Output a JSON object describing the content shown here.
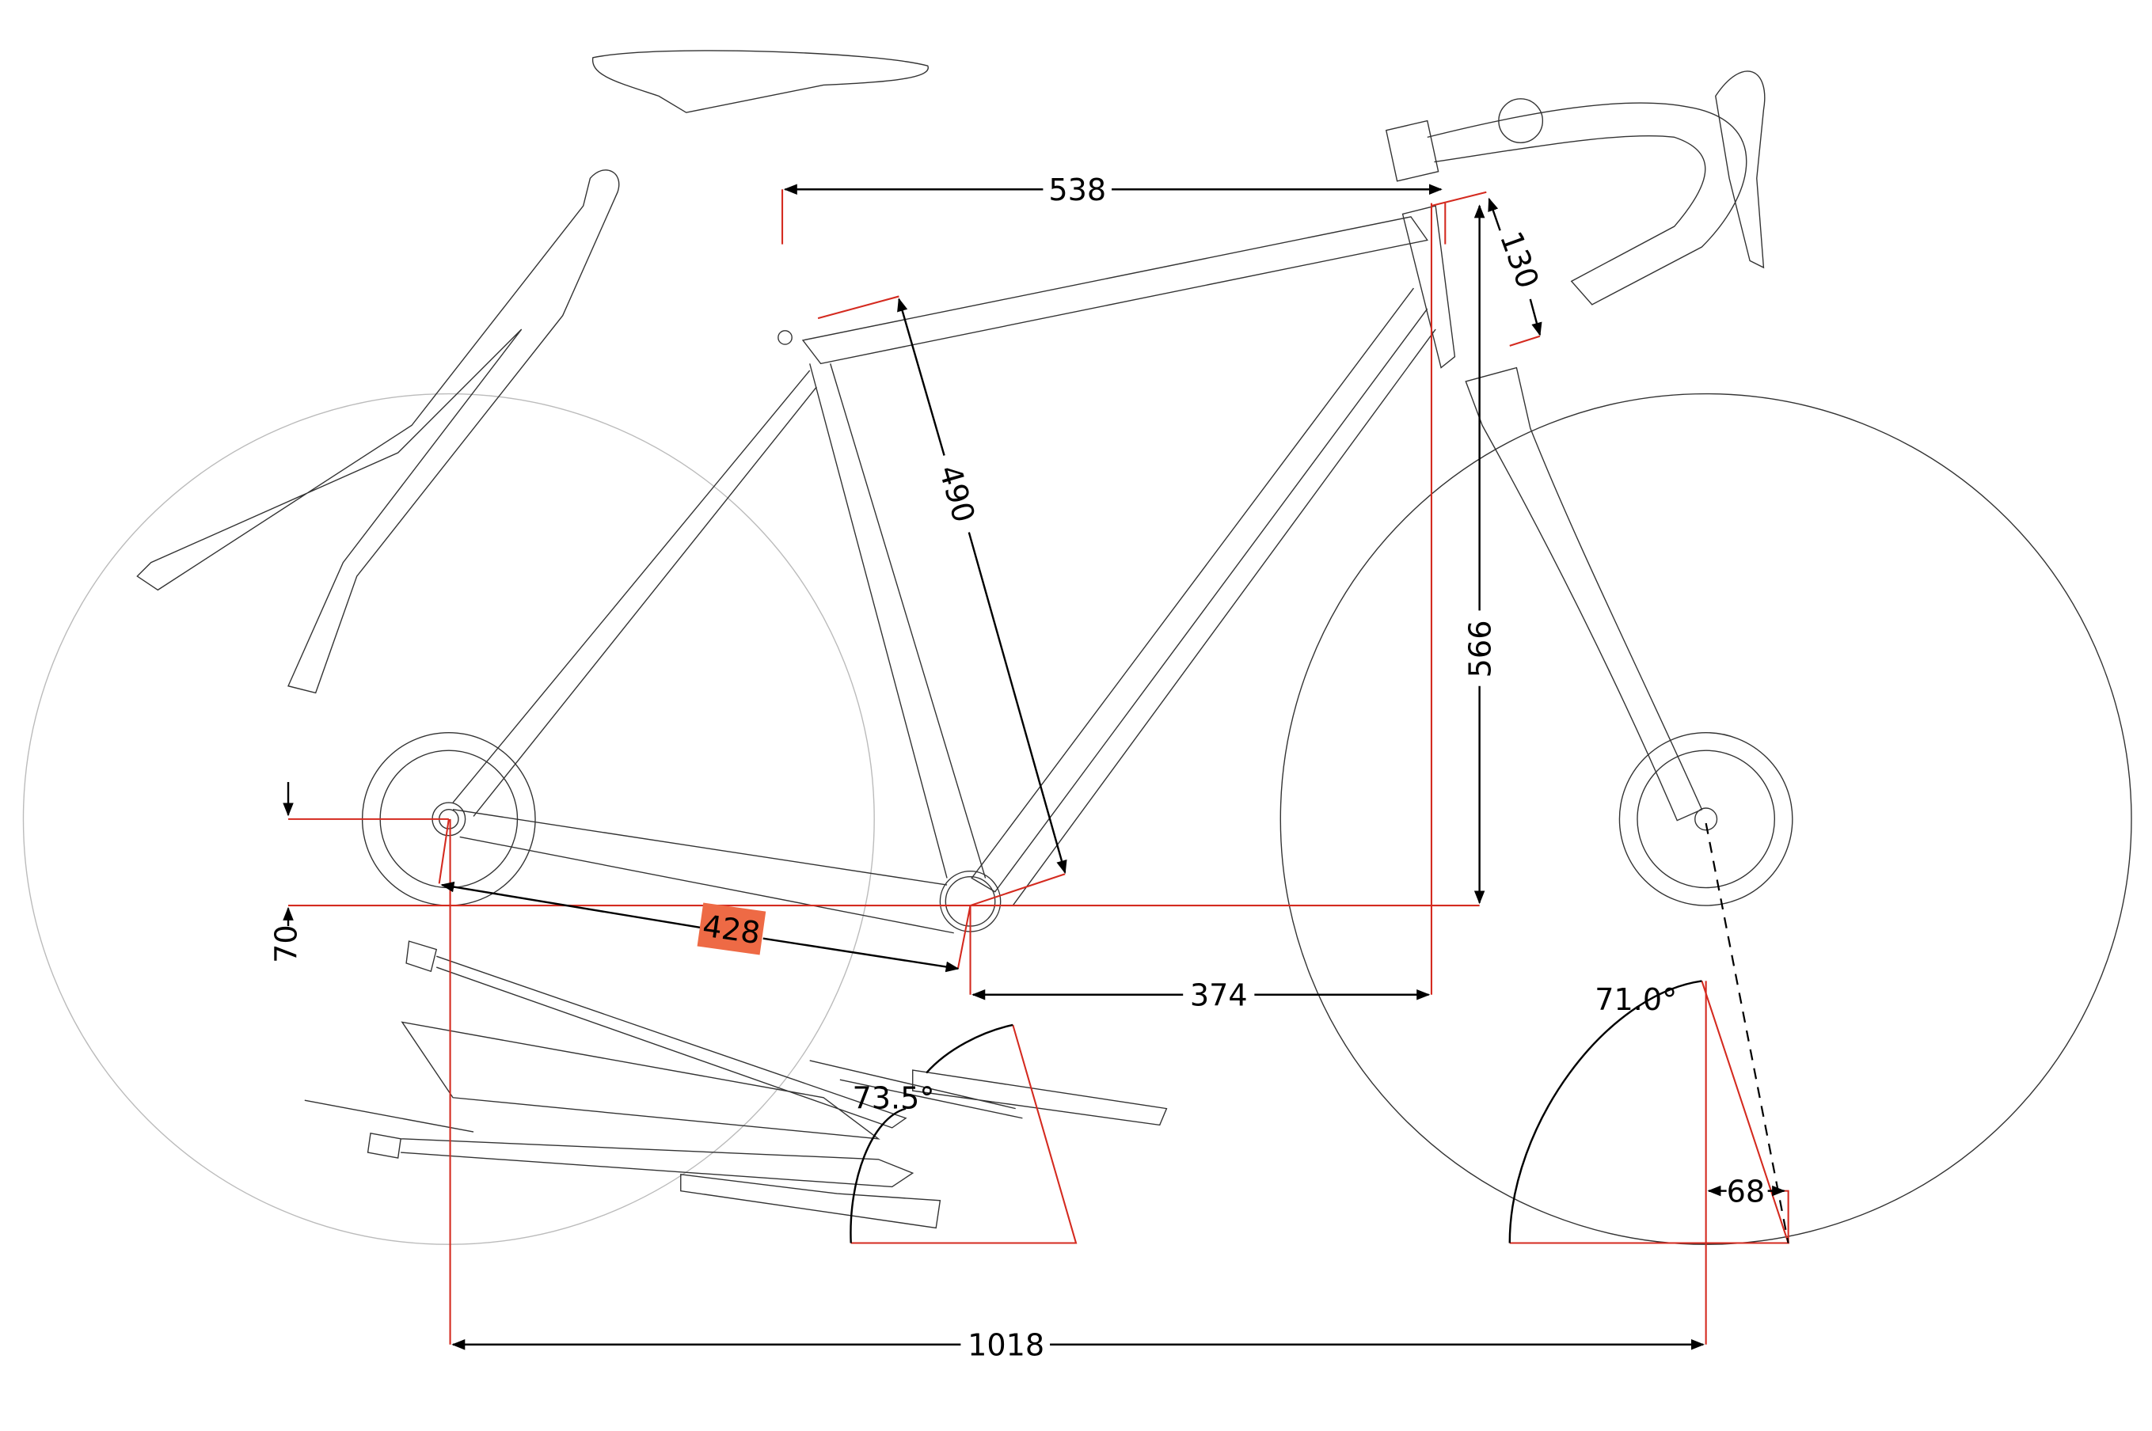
{
  "diagram": {
    "title": "Bicycle frame geometry",
    "accent_color": "#d42a1f",
    "highlight_color": "#ee6a45",
    "dimensions": {
      "stack_reach_top": "538",
      "head_tube": "130",
      "seat_tube": "490",
      "stack": "566",
      "chainstay": "428",
      "reach": "374",
      "bb_drop": "70",
      "wheelbase": "1018",
      "fork_offset": "68"
    },
    "angles": {
      "seat_angle": "73.5°",
      "head_angle": "71.0°"
    },
    "selected_dimension": "chainstay"
  }
}
